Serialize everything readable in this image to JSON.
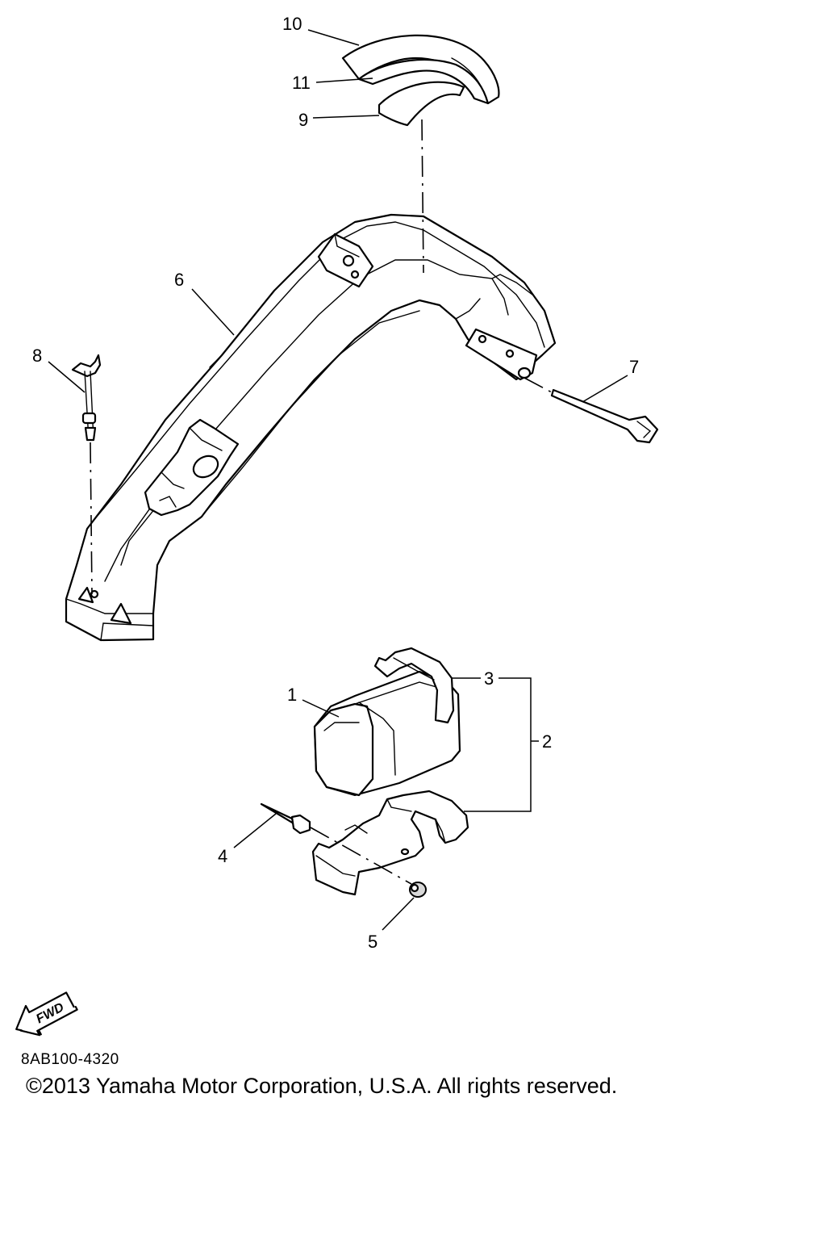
{
  "callouts": [
    {
      "id": "10",
      "label": "10"
    },
    {
      "id": "11",
      "label": "11"
    },
    {
      "id": "9",
      "label": "9"
    },
    {
      "id": "6",
      "label": "6"
    },
    {
      "id": "8",
      "label": "8"
    },
    {
      "id": "7",
      "label": "7"
    },
    {
      "id": "3",
      "label": "3"
    },
    {
      "id": "1",
      "label": "1"
    },
    {
      "id": "2",
      "label": "2"
    },
    {
      "id": "4",
      "label": "4"
    },
    {
      "id": "5",
      "label": "5"
    }
  ],
  "direction_arrow": {
    "label": "FWD",
    "icon": "forward-arrow-icon"
  },
  "footer": {
    "diagram_code": "8AB100-4320",
    "copyright": "©2013 Yamaha Motor Corporation, U.S.A. All rights reserved."
  }
}
